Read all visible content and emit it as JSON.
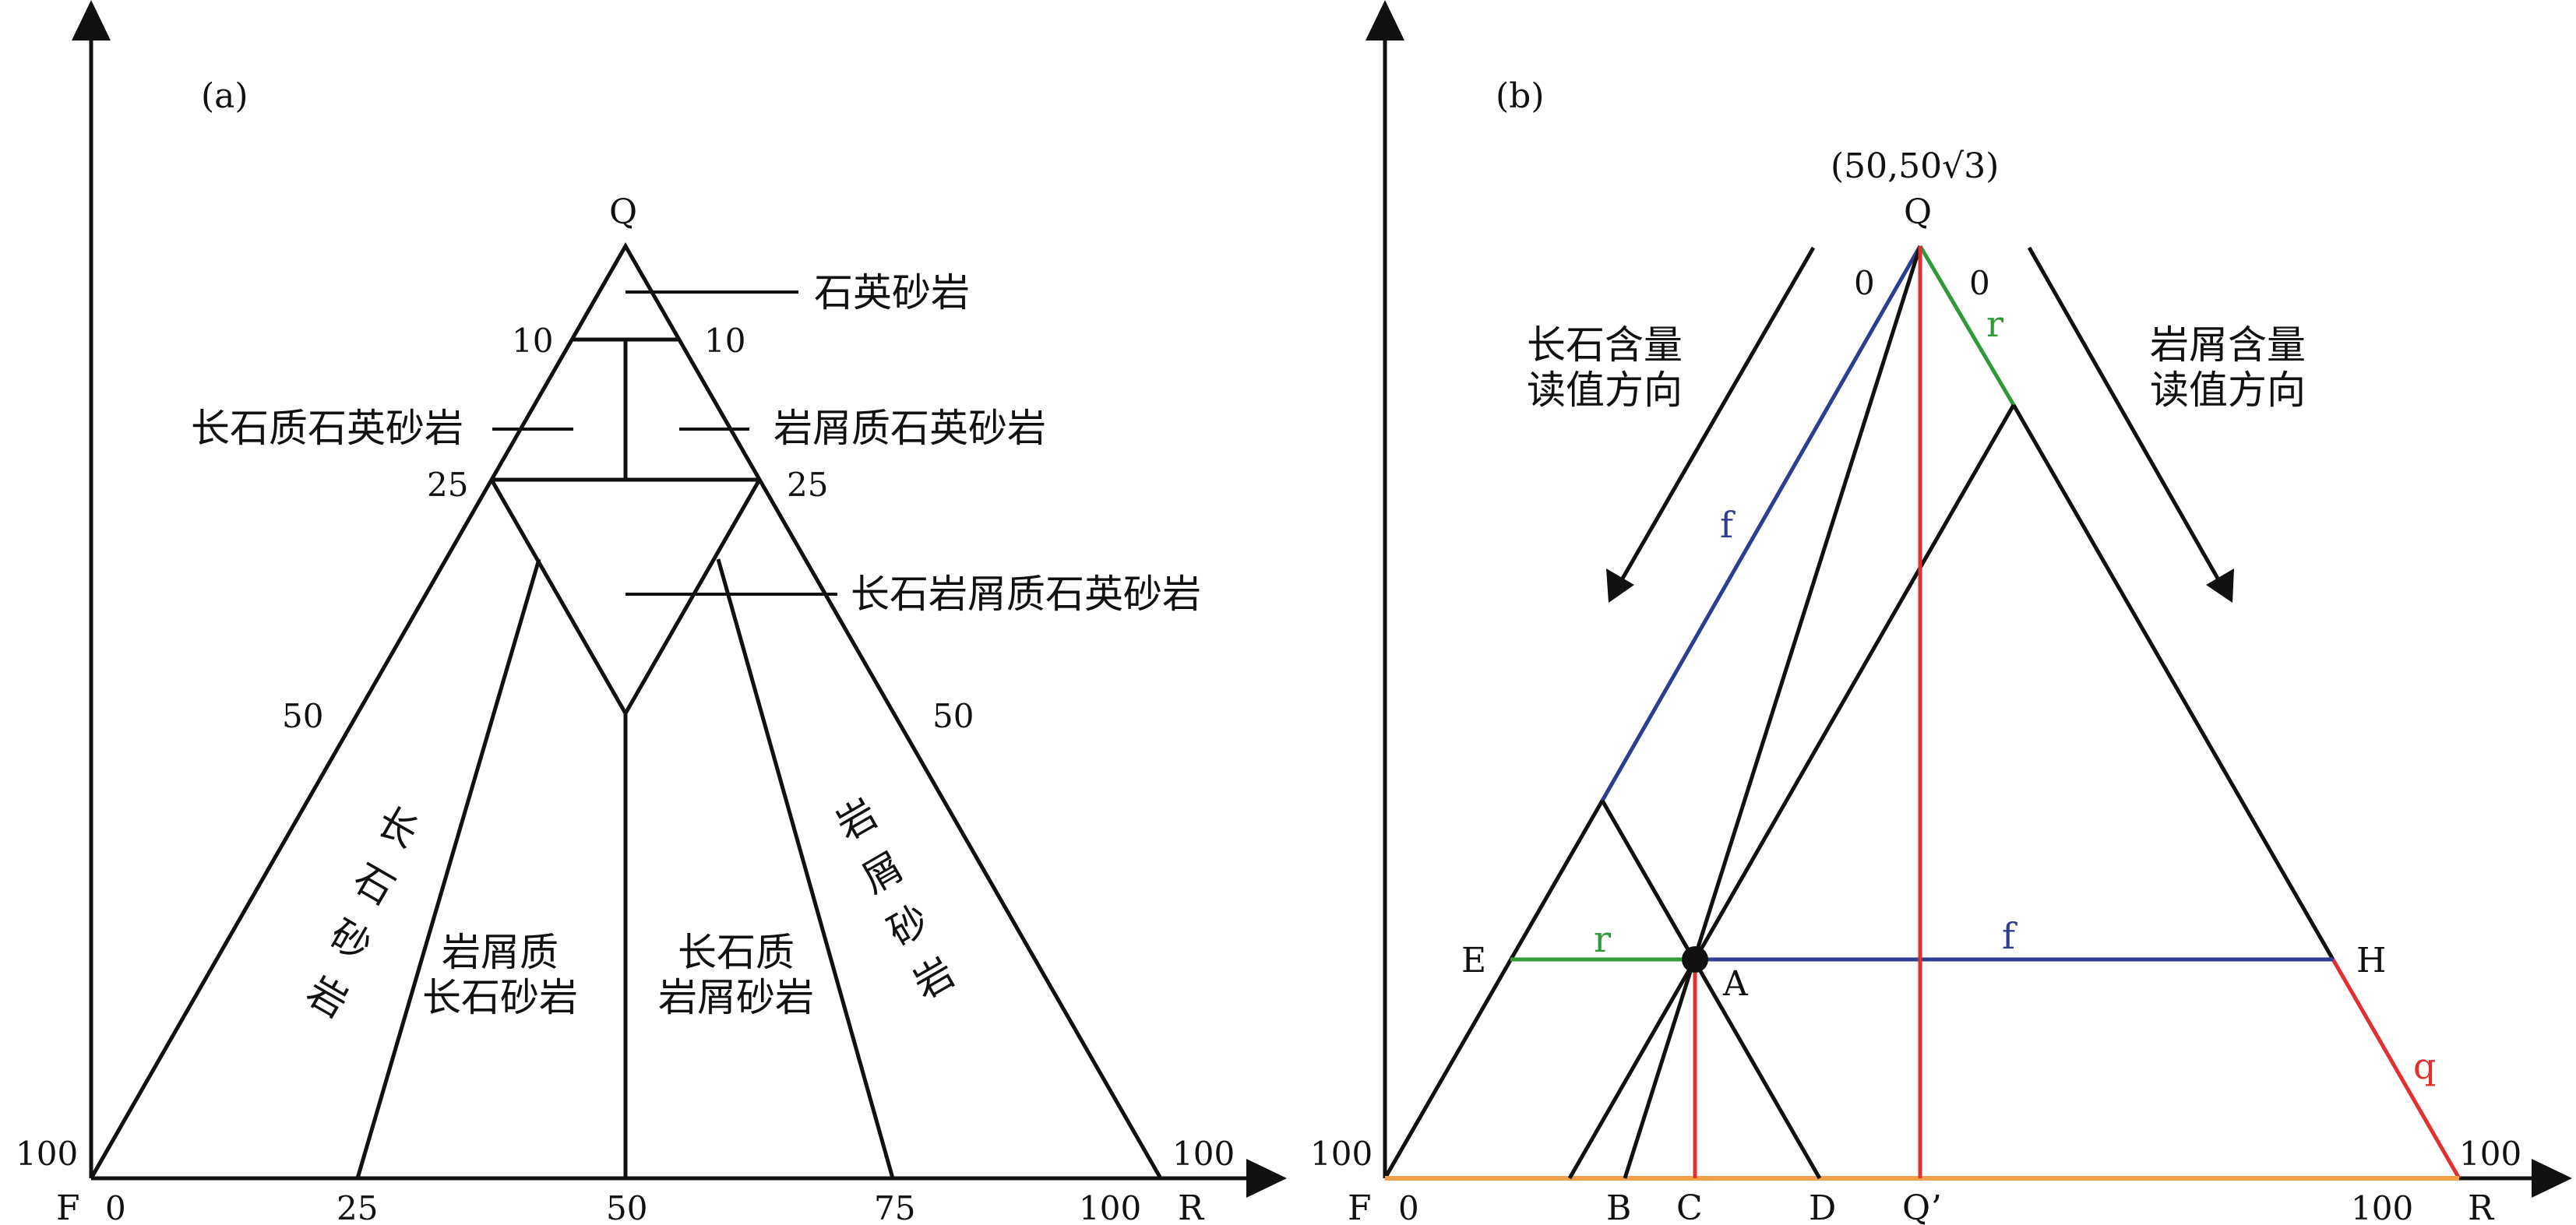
{
  "panel_a": {
    "label": "(a)",
    "vertices": {
      "q": "Q",
      "f": "F",
      "r": "R"
    },
    "base_ticks": [
      "0",
      "25",
      "50",
      "75",
      "100"
    ],
    "left_ticks": {
      "t10": "10",
      "t25": "25",
      "t50": "50",
      "t100": "100"
    },
    "right_ticks": {
      "t10": "10",
      "t25": "25",
      "t50": "50",
      "t100": "100"
    },
    "zones": {
      "quartz_sandstone": "石英砂岩",
      "feldspathic_quartz_sandstone": "长石质石英砂岩",
      "lithic_quartz_sandstone": "岩屑质石英砂岩",
      "feldspar_lithic_quartz_sandstone": "长石岩屑质石英砂岩",
      "arkose": [
        "长",
        "石",
        "砂",
        "岩"
      ],
      "lithic_arkose": [
        "岩屑质",
        "长石砂岩"
      ],
      "feldspathic_litharenite": [
        "长石质",
        "岩屑砂岩"
      ],
      "litharenite": [
        "岩",
        "屑",
        "砂",
        "岩"
      ]
    }
  },
  "panel_b": {
    "label": "(b)",
    "apex_coord_prefix": "(50,50",
    "apex_coord_sqrt": "√3",
    "apex_coord_suffix": ")",
    "vertices": {
      "q": "Q",
      "f": "F",
      "r": "R",
      "q_prime": "Q’"
    },
    "zero_left": "0",
    "zero_right": "0",
    "base_zero": "0",
    "base_hundred": "100",
    "left_hundred": "100",
    "right_hundred": "100",
    "points": {
      "a": "A",
      "b": "B",
      "c": "C",
      "d": "D",
      "e": "E",
      "h": "H"
    },
    "segment_labels": {
      "f_left": "f",
      "r_top": "r",
      "r_mid": "r",
      "f_mid": "f",
      "q_right": "q"
    },
    "feldspar_direction": [
      "长石含量",
      "读值方向"
    ],
    "lithic_direction": [
      "岩屑含量",
      "读值方向"
    ],
    "colors": {
      "line": "#111111",
      "blue": "#2e3d8f",
      "green": "#2f9a3a",
      "red": "#e03030",
      "orange": "#f0a04a"
    }
  }
}
